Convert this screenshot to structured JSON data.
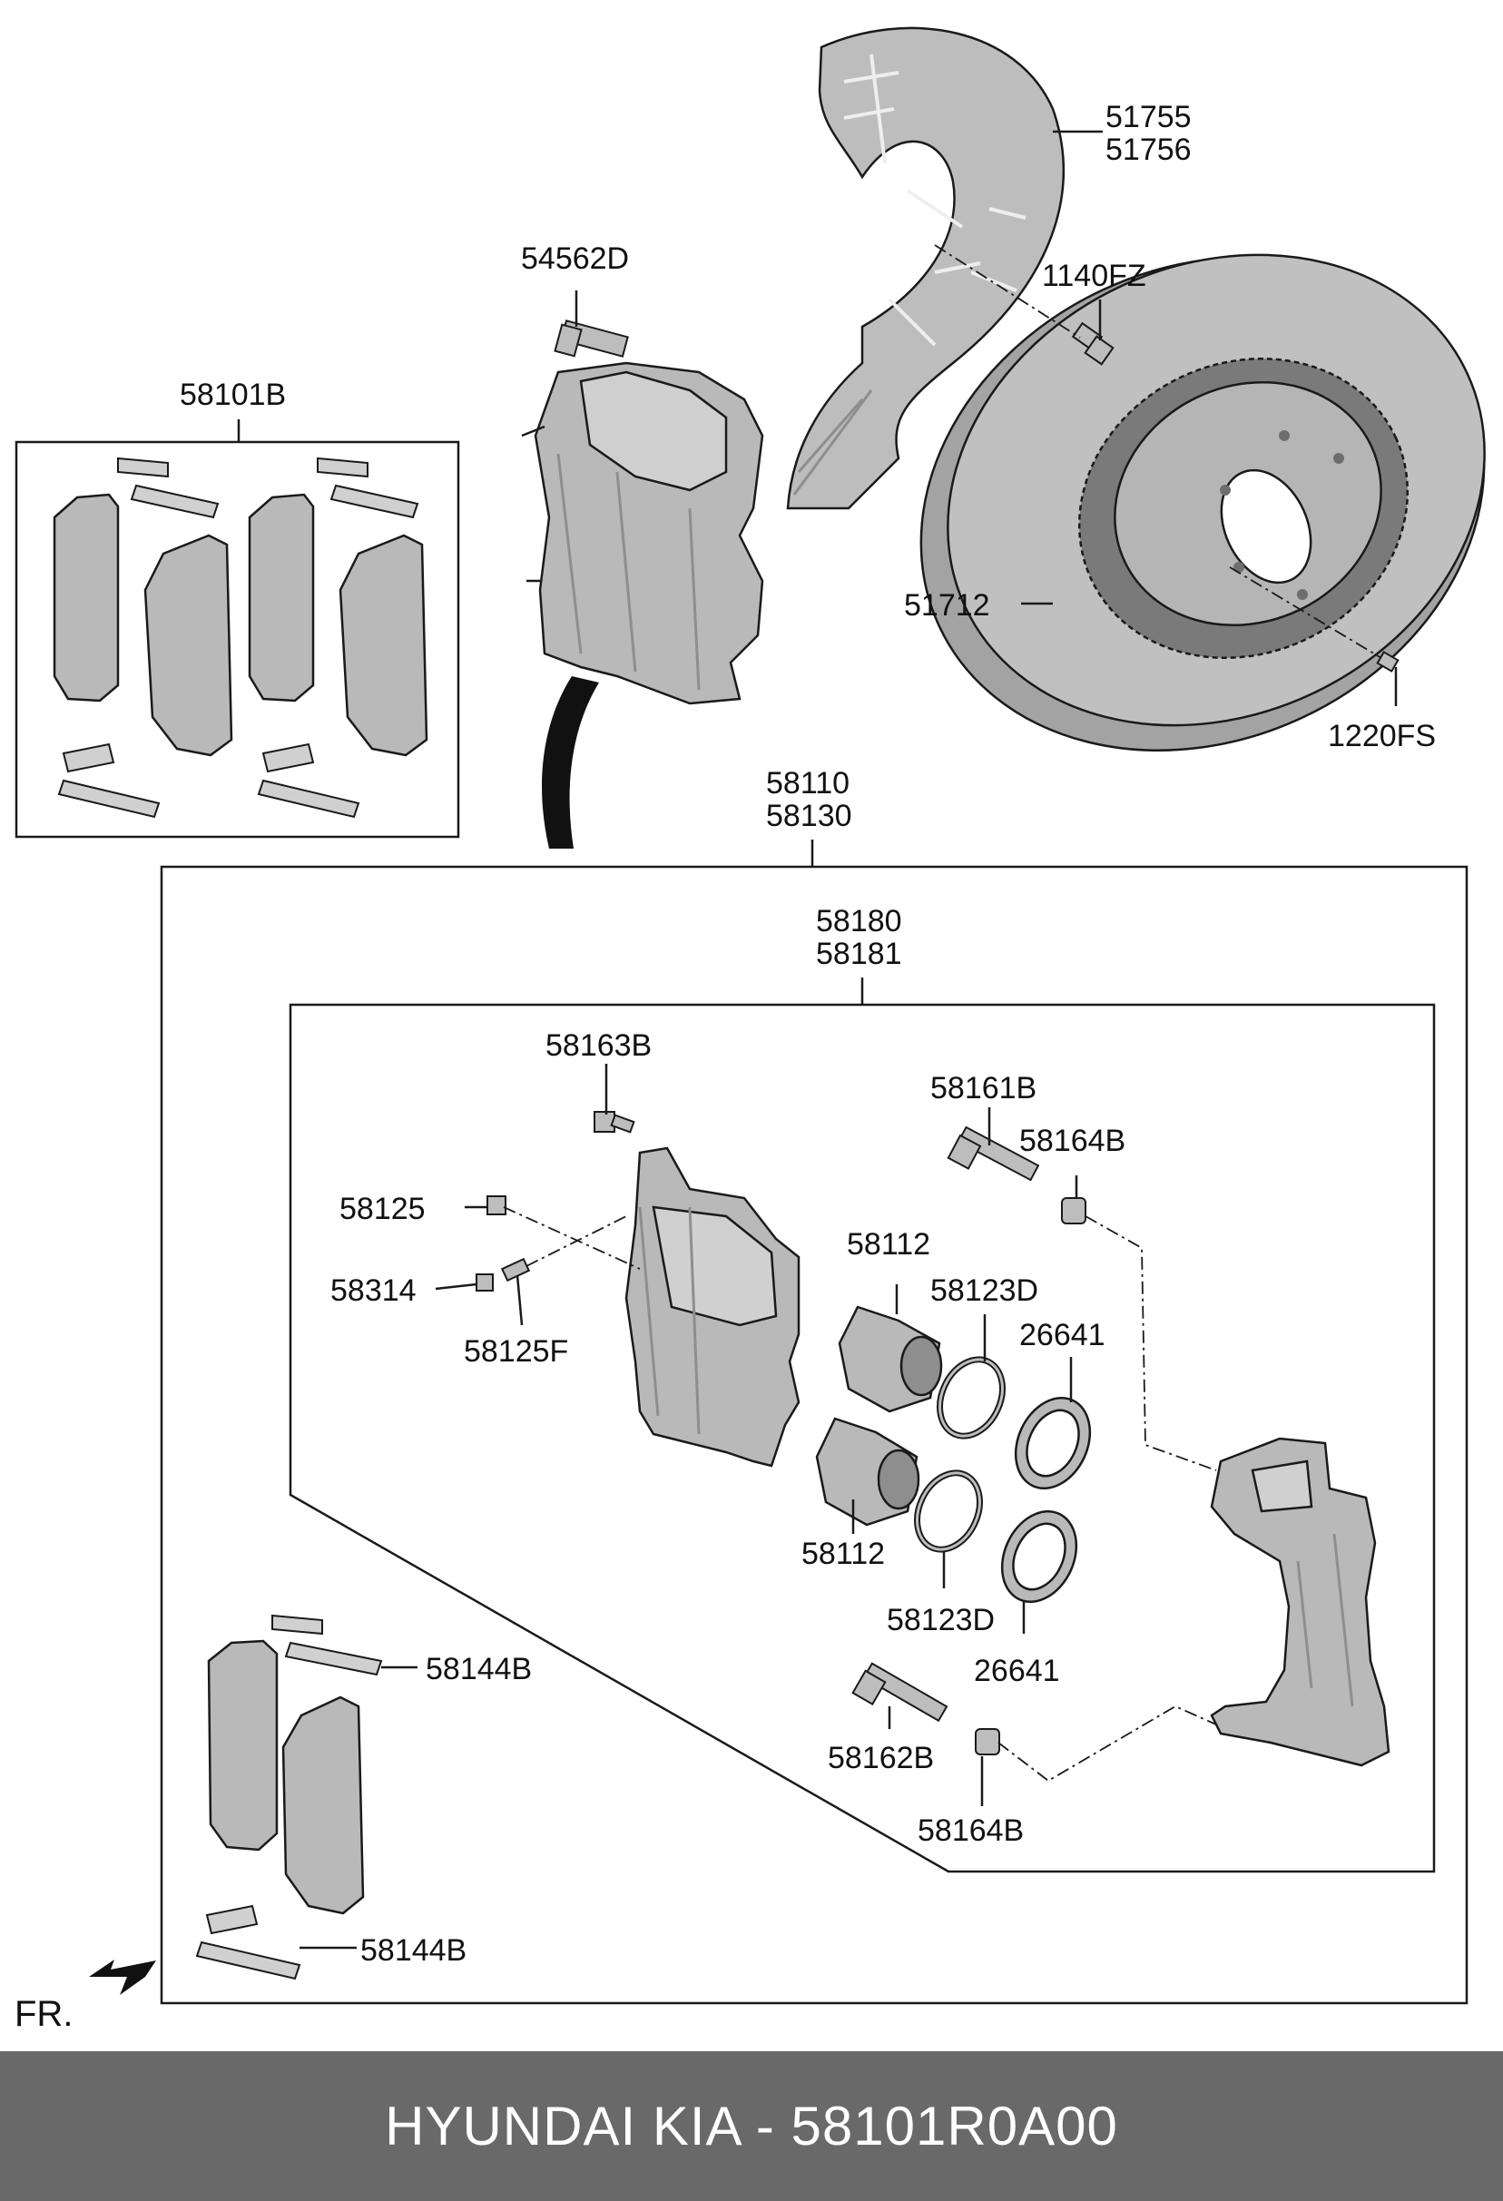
{
  "colors": {
    "part_fill": "#b9b9b9",
    "part_dark": "#8e8e8e",
    "part_light": "#d6d6d6",
    "line": "#1a1a1a",
    "footer_bg": "#696969",
    "footer_text": "#ffffff"
  },
  "labels": {
    "p51755": "51755",
    "p51756": "51756",
    "p54562D": "54562D",
    "p1140FZ": "1140FZ",
    "p58101B": "58101B",
    "p51712": "51712",
    "p1220FS": "1220FS",
    "p58110": "58110",
    "p58130": "58130",
    "p58180": "58180",
    "p58181": "58181",
    "p58163B": "58163B",
    "p58161B": "58161B",
    "p58164B_top": "58164B",
    "p58125": "58125",
    "p58112_top": "58112",
    "p58123D_top": "58123D",
    "p58314": "58314",
    "p26641_top": "26641",
    "p58125F": "58125F",
    "p58112_bottom": "58112",
    "p58123D_bottom": "58123D",
    "p26641_bottom": "26641",
    "p58144B_top": "58144B",
    "p58162B": "58162B",
    "p58164B_bottom": "58164B",
    "p58144B_bottom": "58144B",
    "front_marker": "FR."
  },
  "footer": {
    "title": "HYUNDAI KIA - 58101R0A00"
  }
}
